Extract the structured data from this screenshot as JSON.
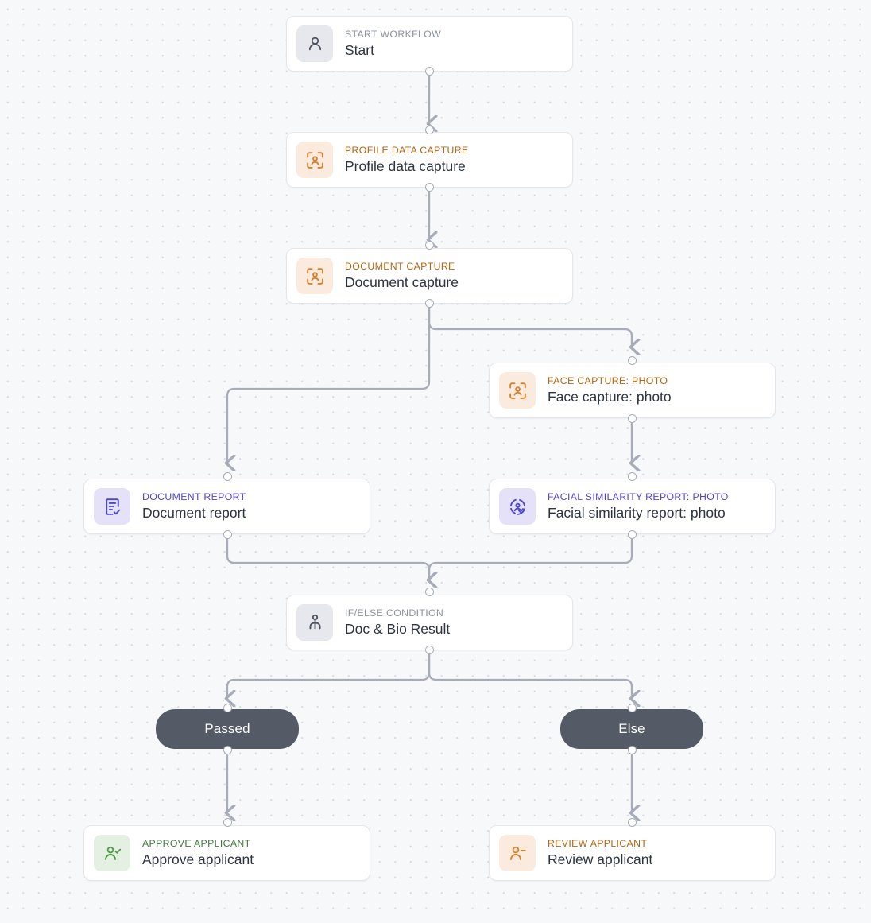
{
  "canvas": {
    "background_color": "#f7f8fa",
    "dot_color": "#d8dce3",
    "edge_color": "#a7adb8"
  },
  "palette": {
    "gray": "#8b919e",
    "orange": "#b4640f",
    "purple": "#4f46cf",
    "green": "#3f7a3b",
    "pill_bg": "#545a66",
    "title": "#2d3340"
  },
  "nodes": [
    {
      "id": "start",
      "kicker": "START WORKFLOW",
      "title": "Start",
      "icon": "person-icon",
      "accent": "gray"
    },
    {
      "id": "profile-data-capture",
      "kicker": "PROFILE DATA CAPTURE",
      "title": "Profile data capture",
      "icon": "face-scan-icon",
      "accent": "orange"
    },
    {
      "id": "document-capture",
      "kicker": "DOCUMENT CAPTURE",
      "title": "Document capture",
      "icon": "face-scan-icon",
      "accent": "orange"
    },
    {
      "id": "face-capture-photo",
      "kicker": "FACE CAPTURE: PHOTO",
      "title": "Face capture: photo",
      "icon": "face-scan-icon",
      "accent": "orange"
    },
    {
      "id": "document-report",
      "kicker": "DOCUMENT REPORT",
      "title": "Document report",
      "icon": "document-check-icon",
      "accent": "purple"
    },
    {
      "id": "facial-similarity-report-photo",
      "kicker": "FACIAL SIMILARITY REPORT: PHOTO",
      "title": "Facial similarity report: photo",
      "icon": "face-similarity-icon",
      "accent": "purple"
    },
    {
      "id": "doc-bio-result",
      "kicker": "IF/ELSE CONDITION",
      "title": "Doc & Bio Result",
      "icon": "hierarchy-branch-icon",
      "accent": "gray"
    },
    {
      "id": "approve-applicant",
      "kicker": "APPROVE APPLICANT",
      "title": "Approve applicant",
      "icon": "person-check-icon",
      "accent": "green"
    },
    {
      "id": "review-applicant",
      "kicker": "REVIEW APPLICANT",
      "title": "Review applicant",
      "icon": "person-minus-icon",
      "accent": "orange"
    }
  ],
  "branches": [
    {
      "id": "passed",
      "label": "Passed"
    },
    {
      "id": "else",
      "label": "Else"
    }
  ]
}
